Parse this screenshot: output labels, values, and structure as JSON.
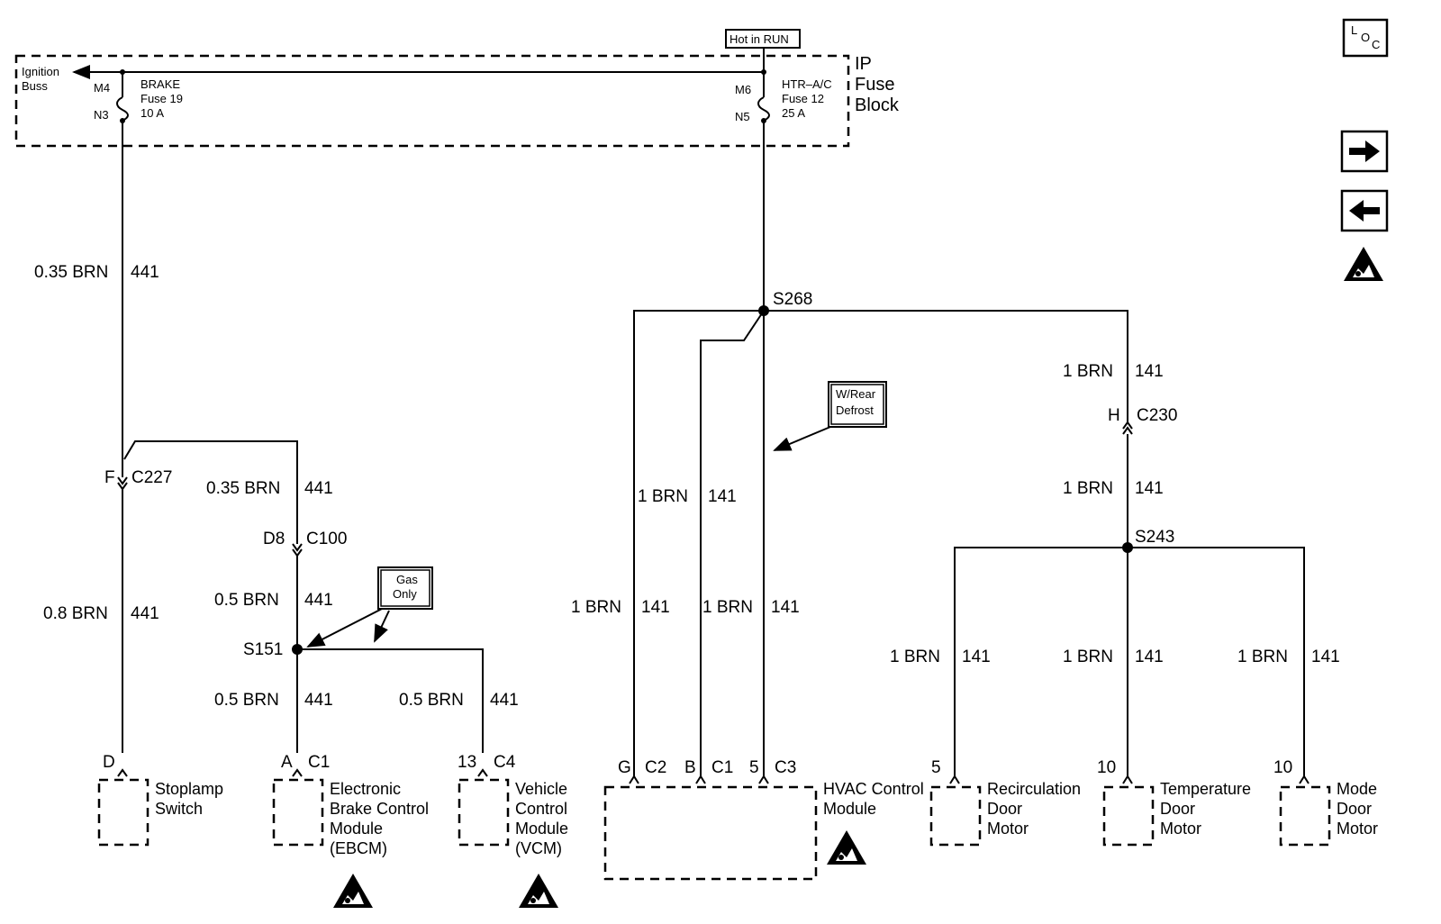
{
  "nav": {
    "loc_l": "L",
    "loc_o": "O",
    "loc_c": "C",
    "next_icon": "arrow-right-icon",
    "prev_icon": "arrow-left-icon",
    "esd_icon": "esd-warning-icon"
  },
  "fuse_block": {
    "hot_label": "Hot in RUN",
    "name_l1": "IP",
    "name_l2": "Fuse",
    "name_l3": "Block",
    "ignition_l1": "Ignition",
    "ignition_l2": "Buss",
    "brake_pin_top": "M4",
    "brake_pin_bot": "N3",
    "brake_l1": "BRAKE",
    "brake_l2": "Fuse 19",
    "brake_l3": "10 A",
    "htr_pin_top": "M6",
    "htr_pin_bot": "N5",
    "htr_l1": "HTR–A/C",
    "htr_l2": "Fuse 12",
    "htr_l3": "25 A"
  },
  "labels": {
    "w_brn035_a": "0.35 BRN",
    "c441_a": "441",
    "c227_pin": "F",
    "c227": "C227",
    "w_brn035_b": "0.35 BRN",
    "c441_b": "441",
    "c100_pin": "D8",
    "c100": "C100",
    "w_brn08": "0.8 BRN",
    "c441_c": "441",
    "w_brn05_a": "0.5 BRN",
    "c441_d": "441",
    "s151": "S151",
    "w_brn05_b": "0.5 BRN",
    "c441_e": "441",
    "w_brn05_c": "0.5 BRN",
    "c441_f": "441",
    "gas_l1": "Gas",
    "gas_l2": "Only",
    "s268": "S268",
    "rear_l1": "W/Rear",
    "rear_l2": "Defrost",
    "w_brn1_a": "1 BRN",
    "c141_a": "141",
    "w_brn1_b": "1 BRN",
    "c141_b": "141",
    "w_brn1_c": "1 BRN",
    "c141_c": "141",
    "w_brn1_d": "1 BRN",
    "c141_d": "141",
    "c230_pin": "H",
    "c230": "C230",
    "w_brn1_e": "1 BRN",
    "c141_e": "141",
    "s243": "S243",
    "w_brn1_f": "1 BRN",
    "c141_f": "141",
    "w_brn1_g": "1 BRN",
    "c141_g": "141",
    "w_brn1_h": "1 BRN",
    "c141_h": "141"
  },
  "components": {
    "stoplamp": {
      "pin": "D",
      "l1": "Stoplamp",
      "l2": "Switch"
    },
    "ebcm": {
      "pin": "A",
      "conn": "C1",
      "l1": "Electronic",
      "l2": "Brake Control",
      "l3": "Module",
      "l4": "(EBCM)"
    },
    "vcm": {
      "pin": "13",
      "conn": "C4",
      "l1": "Vehicle",
      "l2": "Control",
      "l3": "Module",
      "l4": "(VCM)"
    },
    "hvac": {
      "pin_g": "G",
      "conn_g": "C2",
      "pin_b": "B",
      "conn_b": "C1",
      "pin_5": "5",
      "conn_5": "C3",
      "l1": "HVAC Control",
      "l2": "Module"
    },
    "recirc": {
      "pin": "5",
      "l1": "Recirculation",
      "l2": "Door",
      "l3": "Motor"
    },
    "temp": {
      "pin": "10",
      "l1": "Temperature",
      "l2": "Door",
      "l3": "Motor"
    },
    "mode": {
      "pin": "10",
      "l1": "Mode",
      "l2": "Door",
      "l3": "Motor"
    }
  }
}
